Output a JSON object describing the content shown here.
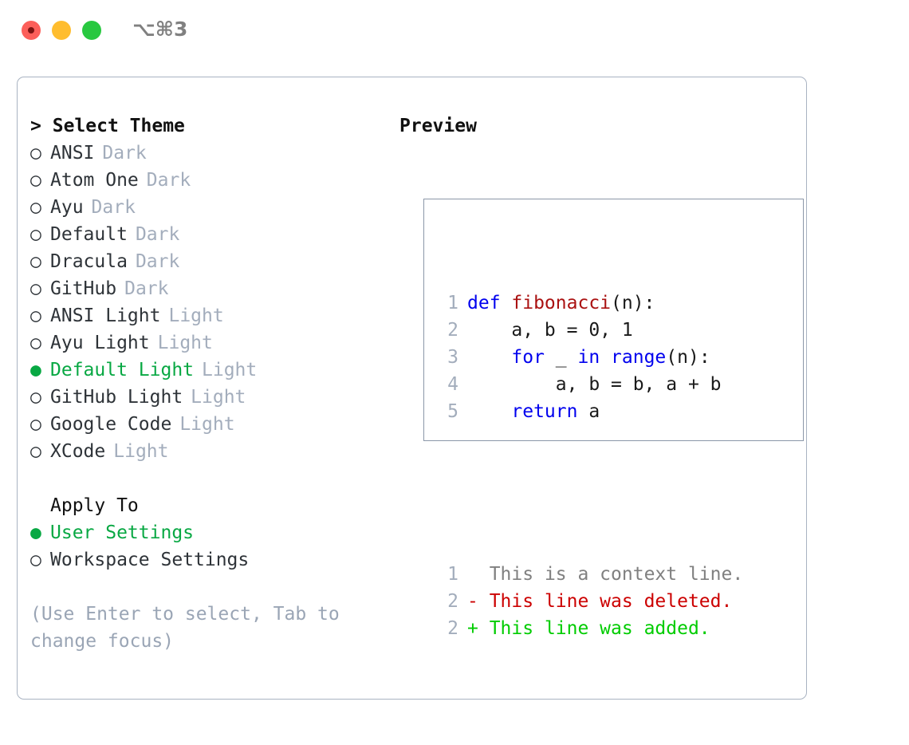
{
  "window": {
    "traffic_lights": [
      "close",
      "minimize",
      "maximize"
    ],
    "shortcut": "⌥⌘3",
    "colors": {
      "close": "#fc5f5a",
      "minimize": "#ffbd2e",
      "maximize": "#28c840",
      "panel_border": "#a9b3c2",
      "preview_border": "#8b97a8",
      "accent_selected": "#08a843",
      "muted": "#a3adbc",
      "hint": "#9aa5b5",
      "keyword": "#0000ee",
      "function": "#aa1111",
      "diff_removed": "#cc0000",
      "diff_added": "#00cc00",
      "diff_context": "#808080"
    }
  },
  "theme_list": {
    "header_marker": ">",
    "header": "Select Theme",
    "items": [
      {
        "marker": "○",
        "label": "ANSI",
        "variant": "Dark",
        "selected": false
      },
      {
        "marker": "○",
        "label": "Atom One",
        "variant": "Dark",
        "selected": false
      },
      {
        "marker": "○",
        "label": "Ayu",
        "variant": "Dark",
        "selected": false
      },
      {
        "marker": "○",
        "label": "Default",
        "variant": "Dark",
        "selected": false
      },
      {
        "marker": "○",
        "label": "Dracula",
        "variant": "Dark",
        "selected": false
      },
      {
        "marker": "○",
        "label": "GitHub",
        "variant": "Dark",
        "selected": false
      },
      {
        "marker": "○",
        "label": "ANSI Light",
        "variant": "Light",
        "selected": false
      },
      {
        "marker": "○",
        "label": "Ayu Light",
        "variant": "Light",
        "selected": false
      },
      {
        "marker": "●",
        "label": "Default Light",
        "variant": "Light",
        "selected": true
      },
      {
        "marker": "○",
        "label": "GitHub Light",
        "variant": "Light",
        "selected": false
      },
      {
        "marker": "○",
        "label": "Google Code",
        "variant": "Light",
        "selected": false
      },
      {
        "marker": "○",
        "label": "XCode",
        "variant": "Light",
        "selected": false
      }
    ]
  },
  "apply_to": {
    "header": "Apply To",
    "items": [
      {
        "marker": "●",
        "label": "User Settings",
        "selected": true
      },
      {
        "marker": "○",
        "label": "Workspace Settings",
        "selected": false
      }
    ]
  },
  "hint": "(Use Enter to select, Tab to change focus)",
  "preview": {
    "header": "Preview",
    "code_lines": [
      {
        "no": "1",
        "tokens": [
          {
            "t": "def ",
            "c": "kw"
          },
          {
            "t": "fibonacci",
            "c": "fn"
          },
          {
            "t": "(n):",
            "c": "pl"
          }
        ]
      },
      {
        "no": "2",
        "tokens": [
          {
            "t": "    a, b = 0, 1",
            "c": "pl"
          }
        ]
      },
      {
        "no": "3",
        "tokens": [
          {
            "t": "    ",
            "c": "pl"
          },
          {
            "t": "for",
            "c": "kw"
          },
          {
            "t": " _ ",
            "c": "pl"
          },
          {
            "t": "in",
            "c": "kw"
          },
          {
            "t": " ",
            "c": "pl"
          },
          {
            "t": "range",
            "c": "kw"
          },
          {
            "t": "(n):",
            "c": "pl"
          }
        ]
      },
      {
        "no": "4",
        "tokens": [
          {
            "t": "        a, b = b, a + b",
            "c": "pl"
          }
        ]
      },
      {
        "no": "5",
        "tokens": [
          {
            "t": "    ",
            "c": "pl"
          },
          {
            "t": "return",
            "c": "kw"
          },
          {
            "t": " a",
            "c": "pl"
          }
        ]
      }
    ],
    "diff_lines": [
      {
        "no": "1",
        "sign": "  ",
        "text": "This is a context line.",
        "kind": "ctx"
      },
      {
        "no": "2",
        "sign": "- ",
        "text": "This line was deleted.",
        "kind": "del"
      },
      {
        "no": "2",
        "sign": "+ ",
        "text": "This line was added.",
        "kind": "add"
      }
    ]
  }
}
